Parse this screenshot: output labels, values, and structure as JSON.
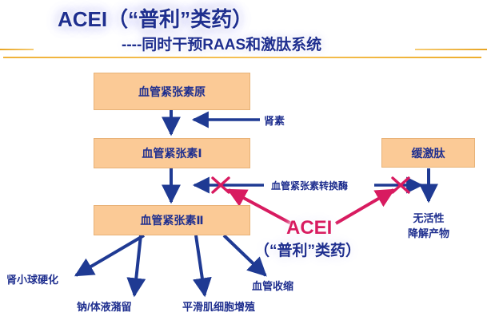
{
  "header": {
    "title": "ACEI（“普利”类药）",
    "subtitle": "----同时干预RAAS和激肽系统"
  },
  "colors": {
    "box_fill": "#FBCA96",
    "box_border": "#E8B277",
    "text_blue": "#1F2F8F",
    "accent_crimson": "#D81B60",
    "rule_orange": "#F0B23A",
    "arrow_navy": "#1F3A93"
  },
  "boxes": [
    {
      "id": "angiotensinogen",
      "label": "血管紧张素原"
    },
    {
      "id": "angiotensin-1",
      "label": "血管紧张素Ⅰ"
    },
    {
      "id": "angiotensin-2",
      "label": "血管紧张素Ⅱ"
    },
    {
      "id": "bradykinin",
      "label": "缓激肽"
    }
  ],
  "labels": {
    "renin": "肾素",
    "ace_enzyme": "血管紧张素转换酶",
    "inactive_line1": "无活性",
    "inactive_line2": "降解产物",
    "acei_main": "ACEI",
    "acei_sub": "（“普利”类药）"
  },
  "effects": [
    {
      "id": "glomerulosclerosis",
      "label": "肾小球硬化"
    },
    {
      "id": "sodium-fluid-retention",
      "label": "钠/体液潴留"
    },
    {
      "id": "smooth-muscle-proliferation",
      "label": "平滑肌细胞增殖"
    },
    {
      "id": "vasoconstriction",
      "label": "血管收缩"
    }
  ],
  "markers": {
    "block_x_left": "✕",
    "block_x_right": "✕"
  }
}
